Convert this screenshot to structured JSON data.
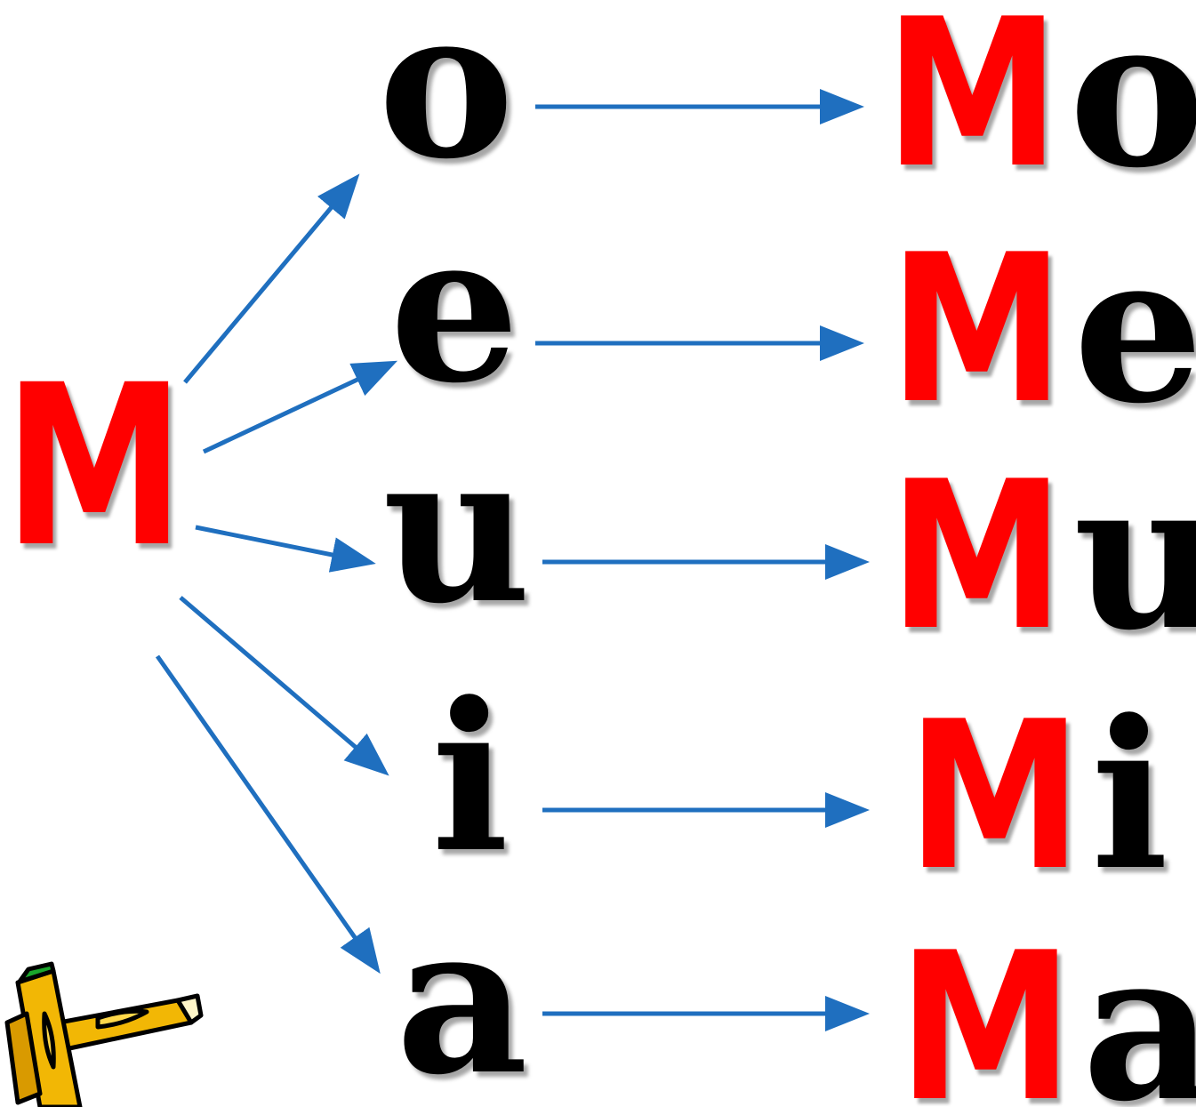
{
  "colors": {
    "consonant": "#ff0000",
    "vowel": "#000000",
    "arrow": "#1f6fbf"
  },
  "root": "M",
  "vowels": {
    "o": "o",
    "e": "e",
    "u": "u",
    "i": "i",
    "a": "a"
  },
  "syllables": {
    "o": {
      "consonant": "M",
      "vowel": "o"
    },
    "e": {
      "consonant": "M",
      "vowel": "e"
    },
    "u": {
      "consonant": "M",
      "vowel": "u"
    },
    "i": {
      "consonant": "M",
      "vowel": "i"
    },
    "a": {
      "consonant": "M",
      "vowel": "a"
    }
  },
  "decoration": "pencil-icon"
}
